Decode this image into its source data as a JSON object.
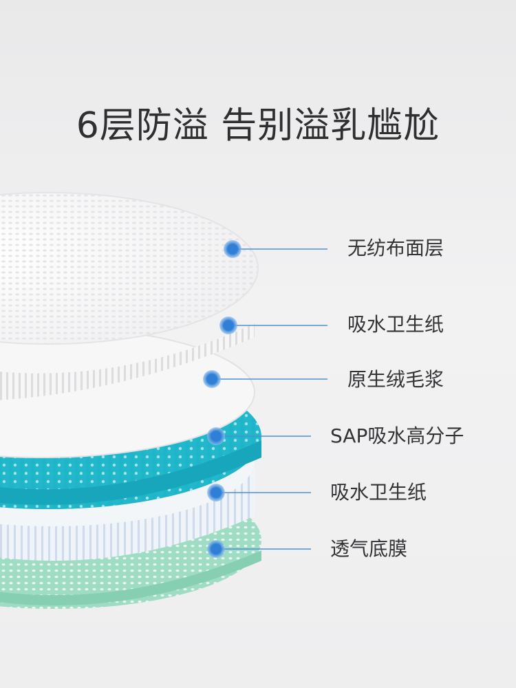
{
  "headline": "6层防溢 告别溢乳尴尬",
  "colors": {
    "background": "#efeff0",
    "headline_text": "#2f2f31",
    "label_text": "#333335",
    "accent_blue": "#2f7fd6",
    "leader_line": "#4a8fd8",
    "sap_layer": "#1fb5c9",
    "base_film": "#9fdcc4"
  },
  "layers": [
    {
      "label": "无纺布面层",
      "icon": "layer-marker-dot"
    },
    {
      "label": "吸水卫生纸",
      "icon": "layer-marker-dot"
    },
    {
      "label": "原生绒毛浆",
      "icon": "layer-marker-dot"
    },
    {
      "label": "SAP吸水高分子",
      "icon": "layer-marker-dot"
    },
    {
      "label": "吸水卫生纸",
      "icon": "layer-marker-dot"
    },
    {
      "label": "透气底膜",
      "icon": "layer-marker-dot"
    }
  ]
}
